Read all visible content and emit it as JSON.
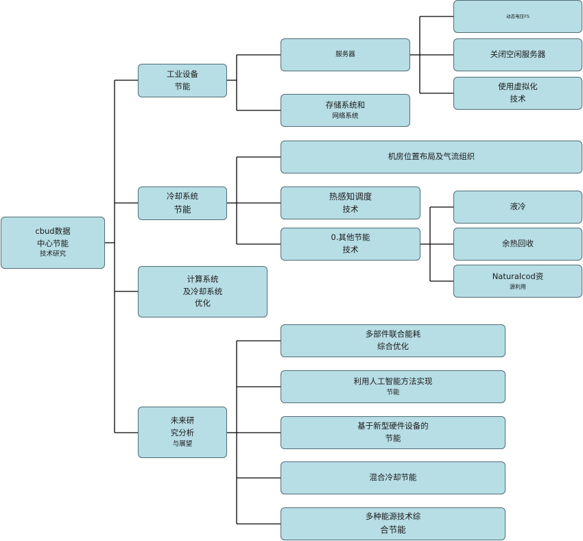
{
  "diagram": {
    "root": {
      "lines": [
        "cbud数据",
        "中心节能",
        "技术研究"
      ]
    },
    "level1": {
      "industrial": {
        "lines": [
          "工业设备",
          "节能"
        ]
      },
      "cooling": {
        "lines": [
          "冷却系统",
          "节能"
        ]
      },
      "compute": {
        "lines": [
          "计算系统",
          "及冷却系统",
          "优化"
        ]
      },
      "future": {
        "lines": [
          "未来研",
          "究分析",
          "与展望"
        ]
      }
    },
    "level2": {
      "server": {
        "lines": [
          "服务器"
        ]
      },
      "storage": {
        "lines": [
          "存储系统和",
          "网络系统"
        ]
      },
      "room_layout": {
        "lines": [
          "机房位置布局及气流组织"
        ]
      },
      "thermal": {
        "lines": [
          "热感知调度",
          "技术"
        ]
      },
      "other": {
        "lines": [
          "0.其他节能",
          "技术"
        ]
      },
      "multi_part": {
        "lines": [
          "多部件联合能耗",
          "综合优化"
        ]
      },
      "ai": {
        "lines": [
          "利用人工智能方法实现",
          "节能"
        ]
      },
      "hardware": {
        "lines": [
          "基于新型硬件设备的",
          "节能"
        ]
      },
      "hybrid": {
        "lines": [
          "混合冷却节能"
        ]
      },
      "multi_energy": {
        "lines": [
          "多种能源技术综",
          "合节能"
        ]
      }
    },
    "level3": {
      "dvfs": {
        "lines": [
          "动态电压FS"
        ]
      },
      "idle_off": {
        "lines": [
          "关闭空闲服务器"
        ]
      },
      "virtualization": {
        "lines": [
          "使用虚拟化",
          "技术"
        ]
      },
      "liquid": {
        "lines": [
          "液冷"
        ]
      },
      "heat_recovery": {
        "lines": [
          "余热回收"
        ]
      },
      "natural": {
        "lines": [
          "Naturalcod资",
          "源利用"
        ]
      }
    }
  },
  "colors": {
    "node_fill": "#b7dde5",
    "node_border": "#4e6b73",
    "connector": "#000000"
  }
}
